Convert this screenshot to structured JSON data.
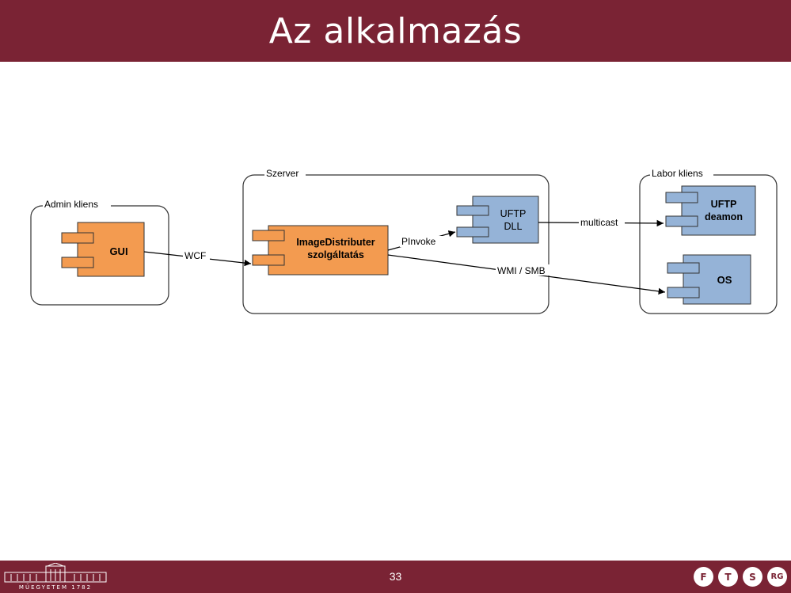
{
  "slide": {
    "title": "Az alkalmazás",
    "page_number": "33"
  },
  "footer": {
    "university_logo_text": "MŰEGYETEM 1782",
    "dept_badges": [
      "F",
      "T",
      "S",
      "RG"
    ]
  },
  "diagram": {
    "containers": {
      "admin": "Admin kliens",
      "server": "Szerver",
      "labor": "Labor kliens"
    },
    "components": {
      "gui": "GUI",
      "image_distributer_line1": "ImageDistributer",
      "image_distributer_line2": "szolgáltatás",
      "uftp_dll_line1": "UFTP",
      "uftp_dll_line2": "DLL",
      "uftp_deamon_line1": "UFTP",
      "uftp_deamon_line2": "deamon",
      "os": "OS"
    },
    "connections": {
      "wcf": "WCF",
      "pinvoke": "PInvoke",
      "multicast": "multicast",
      "wmi_smb": "WMI / SMB"
    },
    "colors": {
      "orange": "#f39b50",
      "blue": "#95b3d7",
      "header": "#7a2334"
    }
  }
}
